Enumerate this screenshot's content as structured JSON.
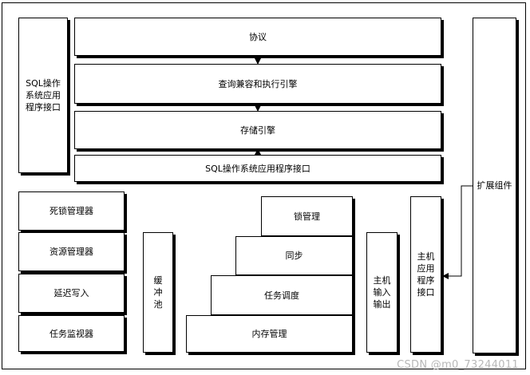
{
  "protocol": "协议",
  "query_engine": "查询兼容和执行引擎",
  "storage_engine": "存储引擎",
  "sql_os_api_h": "SQL操作系统应用程序接口",
  "sql_os_api_v": "SQL操作系统应用程序接口",
  "extension": "扩展组件",
  "deadlock": "死锁管理器",
  "resource": "资源管理器",
  "lazy_write": "延迟写入",
  "task_monitor": "任务监视器",
  "buffer_pool": "缓冲池",
  "lock_mgmt": "锁管理",
  "sync": "同步",
  "scheduling": "任务调度",
  "memory": "内存管理",
  "host_io": "主机输入输出",
  "host_api": "主机应用程序接口",
  "watermark": "CSDN @m0_73244011"
}
